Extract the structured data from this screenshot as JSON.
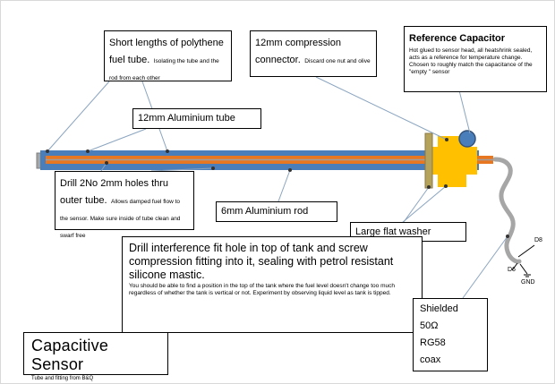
{
  "title": {
    "heading": "Capacitive Sensor",
    "subtext": "Tube and fitting from B&Q"
  },
  "callouts": {
    "fuel_tube": {
      "main": "Short lengths of polythene fuel tube.",
      "small": "Isolating the tube and the rod from each other"
    },
    "compression_connector": {
      "main": "12mm compression connector.",
      "small": "Discard one nut and olive"
    },
    "reference_capacitor": {
      "main": "Reference Capacitor",
      "small": "Hot glued to sensor head, all heatshrink sealed, acts as a reference for temperature change. Chosen to roughly match the capacitance of the \"empty \" sensor"
    },
    "aluminium_tube": {
      "main": "12mm Aluminium tube"
    },
    "drill_holes": {
      "main": "Drill 2No 2mm holes thru outer tube.",
      "small": "Allows damped fuel flow to the sensor. Make sure inside of tube clean and swarf free"
    },
    "aluminium_rod": {
      "main": "6mm Aluminium rod"
    },
    "flat_washer": {
      "main": "Large flat washer"
    },
    "tank_fitting": {
      "main": "Drill interference fit hole in top of tank and screw compression fitting into it, sealing with petrol resistant silicone mastic.",
      "small": "You should be able to find a position in the top of the tank where the fuel level doesn't change too much regardless of whether the tank is vertical or not. Experiment by observing liquid level as tank is tipped."
    },
    "coax": {
      "lines": [
        "Shielded",
        "50Ω",
        "RG58",
        "coax"
      ]
    }
  },
  "wire_labels": {
    "d8": "D8",
    "d6": "D6",
    "gnd": "GND"
  },
  "colors": {
    "tube_blue": "#4a7ebb",
    "tube_outline": "#35537a",
    "rod_orange": "#e87722",
    "fitting_yellow": "#ffc000",
    "washer_tan": "#b5a35b",
    "cable_gray": "#a6a6a6",
    "end_cap_gray": "#a6a6a6",
    "connector_line": "#8aa4bf"
  }
}
